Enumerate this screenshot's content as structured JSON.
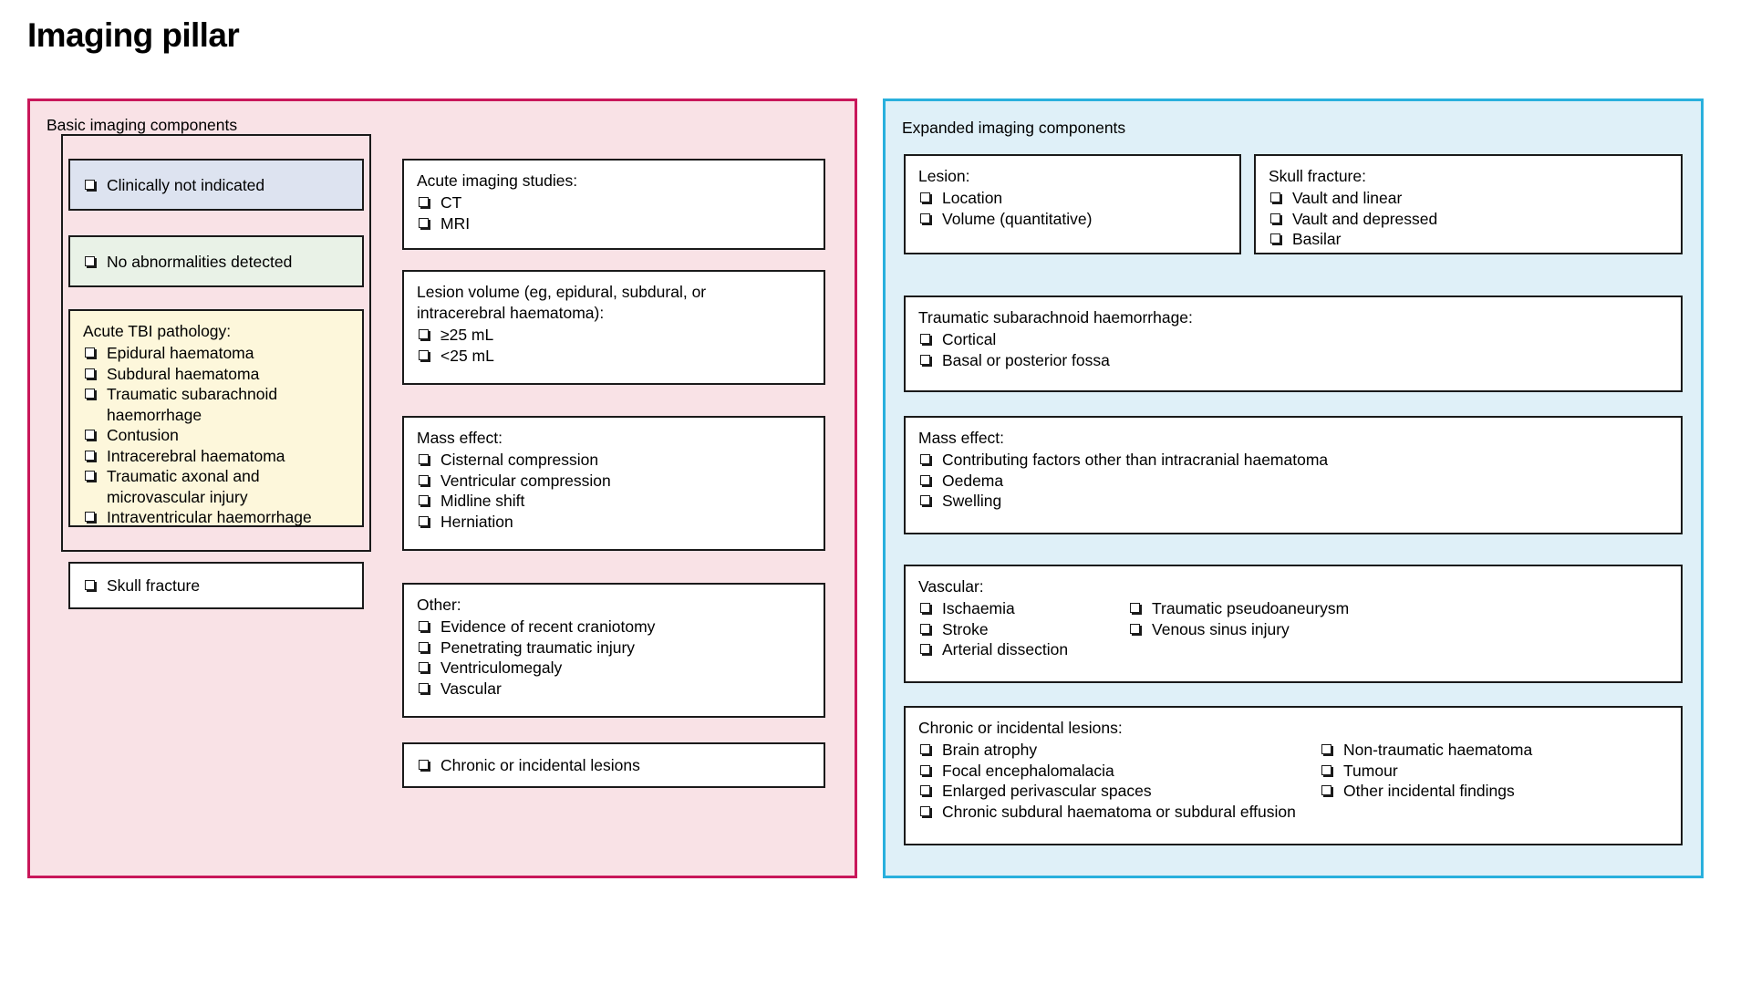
{
  "page_title": "Imaging pillar",
  "colors": {
    "basic_panel_bg": "#f9e2e6",
    "basic_panel_border": "#c9175a",
    "expanded_panel_bg": "#dff0f8",
    "expanded_panel_border": "#29b0dd",
    "tint_blue": "#dde3f0",
    "tint_green": "#e9f2e7",
    "tint_yellow": "#fdf7db",
    "card_bg": "#ffffff",
    "card_border": "#1a1a1a"
  },
  "basic": {
    "label": "Basic imaging components",
    "clinically_not_indicated": "Clinically not indicated",
    "no_abnormalities": "No abnormalities detected",
    "acute_tbi": {
      "title": "Acute TBI pathology:",
      "items": [
        "Epidural haematoma",
        "Subdural haematoma",
        "Traumatic subarachnoid haemorrhage",
        "Contusion",
        "Intracerebral haematoma",
        "Traumatic axonal and microvascular injury",
        "Intraventricular haemorrhage"
      ]
    },
    "skull_fracture": "Skull fracture",
    "acute_imaging": {
      "title": "Acute imaging studies:",
      "items": [
        "CT",
        "MRI"
      ]
    },
    "lesion_volume": {
      "title": "Lesion volume (eg, epidural, subdural, or intracerebral haematoma):",
      "items": [
        "≥25 mL",
        "<25 mL"
      ]
    },
    "mass_effect": {
      "title": "Mass effect:",
      "items": [
        "Cisternal compression",
        "Ventricular compression",
        "Midline shift",
        "Herniation"
      ]
    },
    "other": {
      "title": "Other:",
      "items": [
        "Evidence of recent craniotomy",
        "Penetrating traumatic injury",
        "Ventriculomegaly",
        "Vascular"
      ]
    },
    "chronic_or_incidental": "Chronic or incidental lesions"
  },
  "expanded": {
    "label": "Expanded imaging components",
    "lesion": {
      "title": "Lesion:",
      "items": [
        "Location",
        "Volume (quantitative)"
      ]
    },
    "skull_fracture": {
      "title": "Skull fracture:",
      "items": [
        "Vault and linear",
        "Vault and depressed",
        "Basilar"
      ]
    },
    "tsah": {
      "title": "Traumatic subarachnoid haemorrhage:",
      "items": [
        "Cortical",
        "Basal or posterior fossa"
      ]
    },
    "mass_effect": {
      "title": "Mass effect:",
      "items": [
        "Contributing factors other than intracranial haematoma",
        "Oedema",
        "Swelling"
      ]
    },
    "vascular": {
      "title": "Vascular:",
      "col1": [
        "Ischaemia",
        "Stroke",
        "Arterial dissection"
      ],
      "col2": [
        "Traumatic pseudoaneurysm",
        "Venous sinus injury"
      ]
    },
    "chronic": {
      "title": "Chronic or incidental lesions:",
      "col1": [
        "Brain atrophy",
        "Focal encephalomalacia",
        "Enlarged perivascular spaces",
        "Chronic subdural haematoma or subdural effusion"
      ],
      "col2": [
        "Non-traumatic haematoma",
        "Tumour",
        "Other incidental findings"
      ]
    }
  }
}
